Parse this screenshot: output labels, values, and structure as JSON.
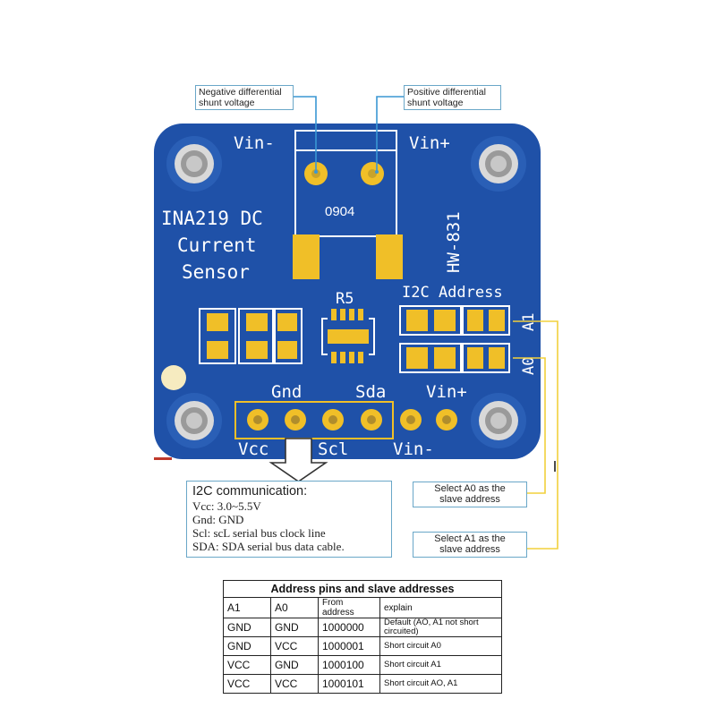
{
  "board": {
    "title_line1": "INA219 DC",
    "title_line2": "Current",
    "title_line3": "Sensor",
    "model": "HW-831",
    "vin_minus_top": "Vin-",
    "vin_plus_top": "Vin+",
    "terminal_code": "0904",
    "resistor_label": "R5",
    "i2c_address_label": "I2C Address",
    "a1_label": "A1",
    "a0_label": "A0",
    "pin_gnd": "Gnd",
    "pin_sda": "Sda",
    "pin_vin_plus": "Vin+",
    "pin_vcc": "Vcc",
    "pin_scl": "Scl",
    "pin_vin_minus": "Vin-",
    "colors": {
      "pcb": "#1f51a8",
      "pad": "#f0bf28",
      "silk": "#ffffff",
      "callout_line": "#f2d03c"
    }
  },
  "callouts": {
    "negative": {
      "line1": "Negative differential",
      "line2": "shunt voltage"
    },
    "positive": {
      "line1": "Positive differential",
      "line2": "shunt voltage"
    },
    "select_a0": {
      "line1": "Select A0 as the",
      "line2": "slave address"
    },
    "select_a1": {
      "line1": "Select A1 as the",
      "line2": "slave address"
    }
  },
  "i2c_box": {
    "header": "I2C communication:",
    "lines": [
      "Vcc: 3.0~5.5V",
      "Gnd: GND",
      "Scl: scL serial bus clock line",
      "SDA: SDA serial bus data cable."
    ]
  },
  "table": {
    "title": "Address pins and slave addresses",
    "headers": [
      "A1",
      "A0",
      "From address",
      "explain"
    ],
    "rows": [
      [
        "GND",
        "GND",
        "1000000",
        "Default (AO, A1 not short circuited)"
      ],
      [
        "GND",
        "VCC",
        "1000001",
        "Short circuit A0"
      ],
      [
        "VCC",
        "GND",
        "1000100",
        "Short circuit A1"
      ],
      [
        "VCC",
        "VCC",
        "1000101",
        "Short circuit AO, A1"
      ]
    ]
  }
}
